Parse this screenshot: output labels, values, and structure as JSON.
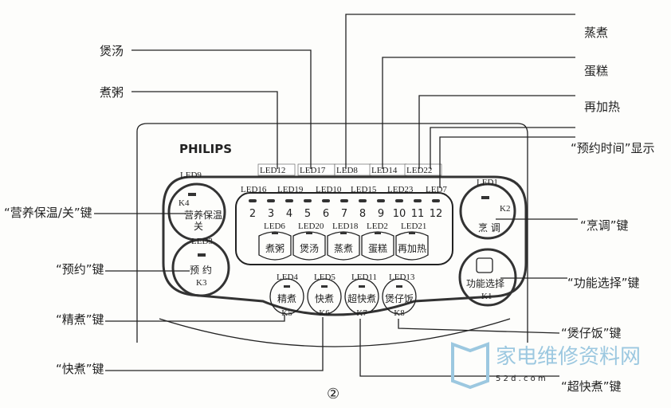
{
  "brand": "PHILIPS",
  "figure_number": "②",
  "watermark": {
    "text": "家电维修资料网",
    "sub": "5 2 d . c o m"
  },
  "callouts": {
    "baotang": "煲汤",
    "zhuzhou": "煮粥",
    "zhengzhu": "蒸煮",
    "dangao": "蛋糕",
    "zaijiare": "再加热",
    "yuyue_time": "“预约时间”显示",
    "yingyang_key": "“营养保温/关”键",
    "yuyue_key": "“预约”键",
    "jingzhu_key": "“精煮”键",
    "kuaizhu_key": "“快煮”键",
    "pengtiao_key": "“烹调”键",
    "gongneng_key": "“功能选择”键",
    "baozaifan_key": "“煲仔饭”键",
    "chaokuaizhu_key": "“超快煮”键"
  },
  "led_top_row": [
    "LED12",
    "LED17",
    "LED8",
    "LED14",
    "LED22"
  ],
  "led_second_row": [
    "LED16",
    "LED19",
    "LED10",
    "LED15",
    "LED23",
    "LED7"
  ],
  "time_digits": [
    "2",
    "3",
    "4",
    "5",
    "6",
    "7",
    "8",
    "9",
    "10",
    "11",
    "12"
  ],
  "menu_leds": [
    "LED6",
    "LED20",
    "LED18",
    "LED2",
    "LED21"
  ],
  "menu_buttons": [
    "煮粥",
    "煲汤",
    "蒸煮",
    "蛋糕",
    "再加热"
  ],
  "left_keys": {
    "keep_warm": {
      "led": "LED9",
      "key": "K4",
      "label": "营养保温",
      "label2": "关"
    },
    "reserve": {
      "led": "LED3",
      "key": "K3",
      "label": "预 约"
    }
  },
  "right_keys": {
    "cook": {
      "led": "LED1",
      "key": "K2",
      "label": "烹 调"
    },
    "function": {
      "key": "K1",
      "label": "功能选择"
    }
  },
  "bottom_keys": [
    {
      "led": "LED4",
      "label": "精煮",
      "key": "K5"
    },
    {
      "led": "LED5",
      "label": "快煮",
      "key": "K6"
    },
    {
      "led": "LED11",
      "label": "超快煮",
      "key": "K7"
    },
    {
      "led": "LED13",
      "label": "煲仔饭",
      "key": "K8"
    }
  ]
}
